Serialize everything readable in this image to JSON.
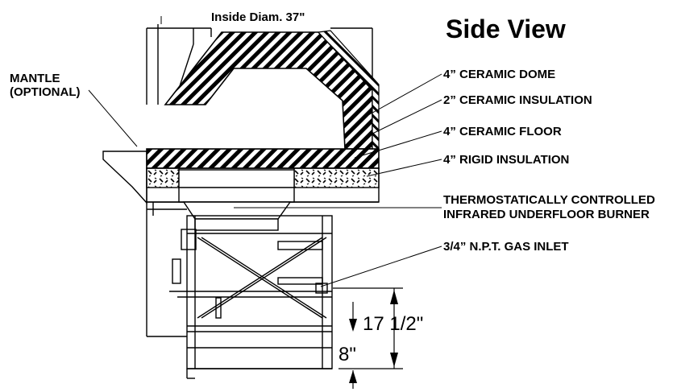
{
  "title": "Side View",
  "inside_diameter": "Inside Diam. 37\"",
  "labels": {
    "mantle_line1": "MANTLE",
    "mantle_line2": "(OPTIONAL)",
    "ceramic_dome": "4” CERAMIC DOME",
    "ceramic_insulation": "2” CERAMIC INSULATION",
    "ceramic_floor": "4” CERAMIC FLOOR",
    "rigid_insulation": "4” RIGID INSULATION",
    "burner_line1": "THERMOSTATICALLY CONTROLLED",
    "burner_line2": "INFRARED UNDERFLOOR BURNER",
    "gas_inlet": "3/4” N.P.T.  GAS INLET"
  },
  "dimensions": {
    "height_total": "17 1/2\"",
    "height_base": "8\""
  }
}
